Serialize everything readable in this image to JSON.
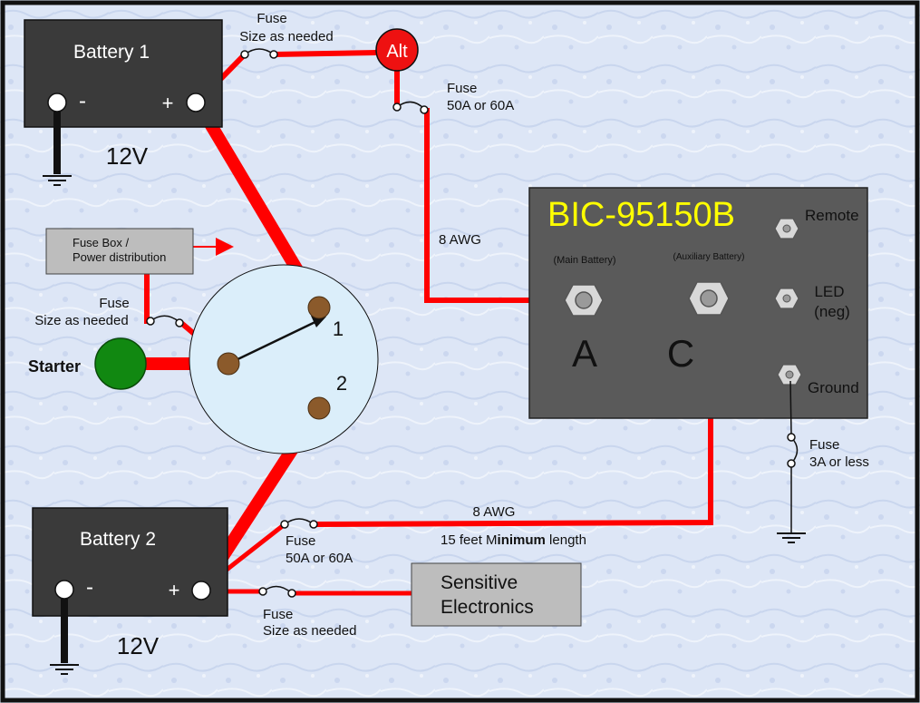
{
  "colors": {
    "background": "#dde6f6",
    "border": "#111111",
    "wire_red": "#ff0000",
    "battery": "#3a3a3a",
    "bic_panel": "#5a5a5a",
    "bic_title": "#ffff00",
    "box_gray": "#bdbdbd",
    "switch_face": "#dbeefa",
    "terminal_brown": "#8b5a2b",
    "starter_green": "#118811",
    "alt_red": "#ee1111"
  },
  "battery1": {
    "title": "Battery 1",
    "neg": "-",
    "pos": "+",
    "voltage": "12V"
  },
  "battery2": {
    "title": "Battery 2",
    "neg": "-",
    "pos": "+",
    "voltage": "12V"
  },
  "alternator": {
    "label": "Alt"
  },
  "fuse_alt_battery1": {
    "line1": "Fuse",
    "line2": "Size as needed"
  },
  "fuse_alt_output": {
    "line1": "Fuse",
    "line2": "50A or 60A"
  },
  "wire_alt_to_a": {
    "label": "8 AWG"
  },
  "fuse_box": {
    "line1": "Fuse Box /",
    "line2": "Power distribution"
  },
  "fuse_starter": {
    "line1": "Fuse",
    "line2": "Size as needed"
  },
  "starter": {
    "label": "Starter"
  },
  "switch": {
    "pos1": "1",
    "pos2": "2"
  },
  "bic": {
    "title": "BIC-95150B",
    "main_battery": "(Main Battery)",
    "aux_battery": "(Auxiliary Battery)",
    "terminal_a": "A",
    "terminal_c": "C",
    "remote": "Remote",
    "led_line1": "LED",
    "led_line2": "(neg)",
    "ground": "Ground"
  },
  "fuse_ground": {
    "line1": "Fuse",
    "line2": "3A or less"
  },
  "wire_c_to_battery2": {
    "gauge": "8 AWG",
    "length_pre": "15 feet M",
    "length_bold": "inimum",
    "length_post": " length"
  },
  "fuse_battery2_c": {
    "line1": "Fuse",
    "line2": "50A or 60A"
  },
  "fuse_electronics": {
    "line1": "Fuse",
    "line2": "Size as needed"
  },
  "sensitive_electronics": {
    "line1": "Sensitive",
    "line2": "Electronics"
  }
}
